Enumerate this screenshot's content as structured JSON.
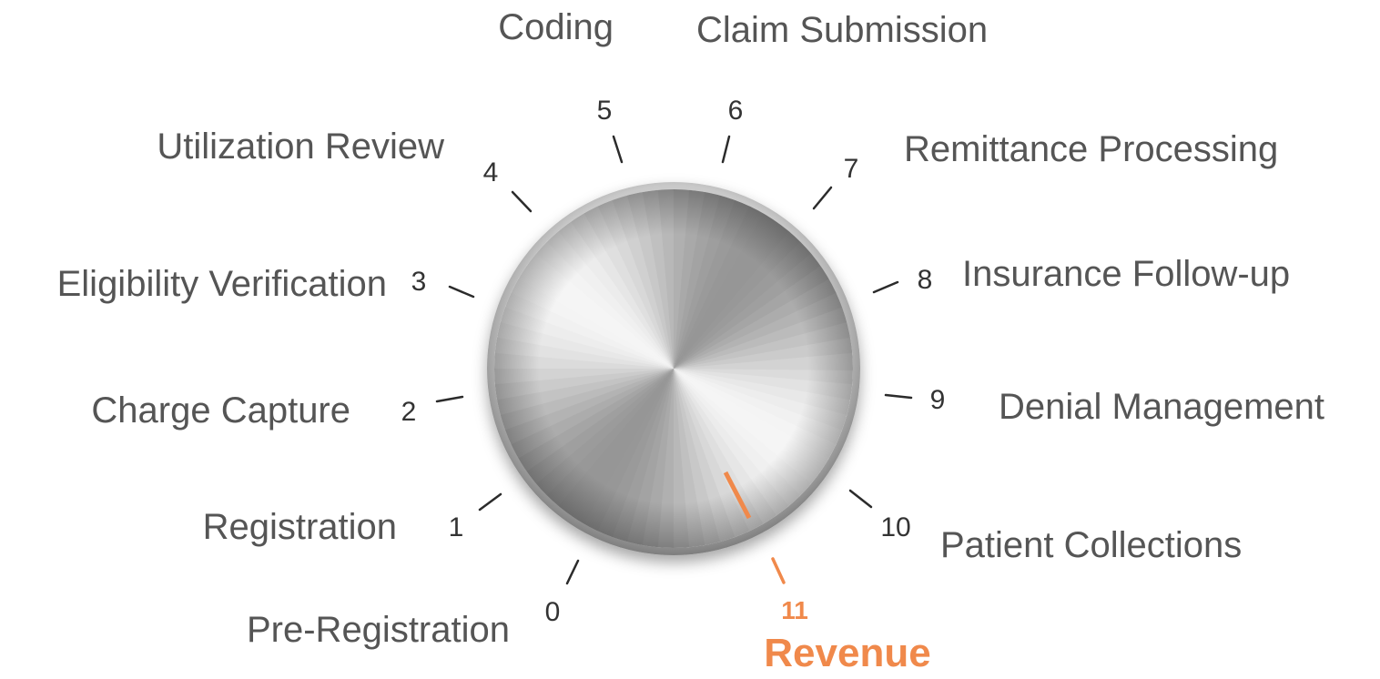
{
  "dial": {
    "stages": [
      {
        "number": "0",
        "label": "Pre-Registration"
      },
      {
        "number": "1",
        "label": "Registration"
      },
      {
        "number": "2",
        "label": "Charge Capture"
      },
      {
        "number": "3",
        "label": "Eligibility Verification"
      },
      {
        "number": "4",
        "label": "Utilization Review"
      },
      {
        "number": "5",
        "label": "Coding"
      },
      {
        "number": "6",
        "label": "Claim Submission"
      },
      {
        "number": "7",
        "label": "Remittance Processing"
      },
      {
        "number": "8",
        "label": "Insurance Follow-up"
      },
      {
        "number": "9",
        "label": "Denial Management"
      },
      {
        "number": "10",
        "label": "Patient Collections"
      }
    ],
    "max_setting": {
      "number": "11",
      "label": "Revenue"
    },
    "current_setting": "11",
    "colors": {
      "accent": "#F0894B",
      "label_text": "#555555",
      "tick_number": "#333333",
      "tick_mark": "#2b2b2b"
    }
  }
}
